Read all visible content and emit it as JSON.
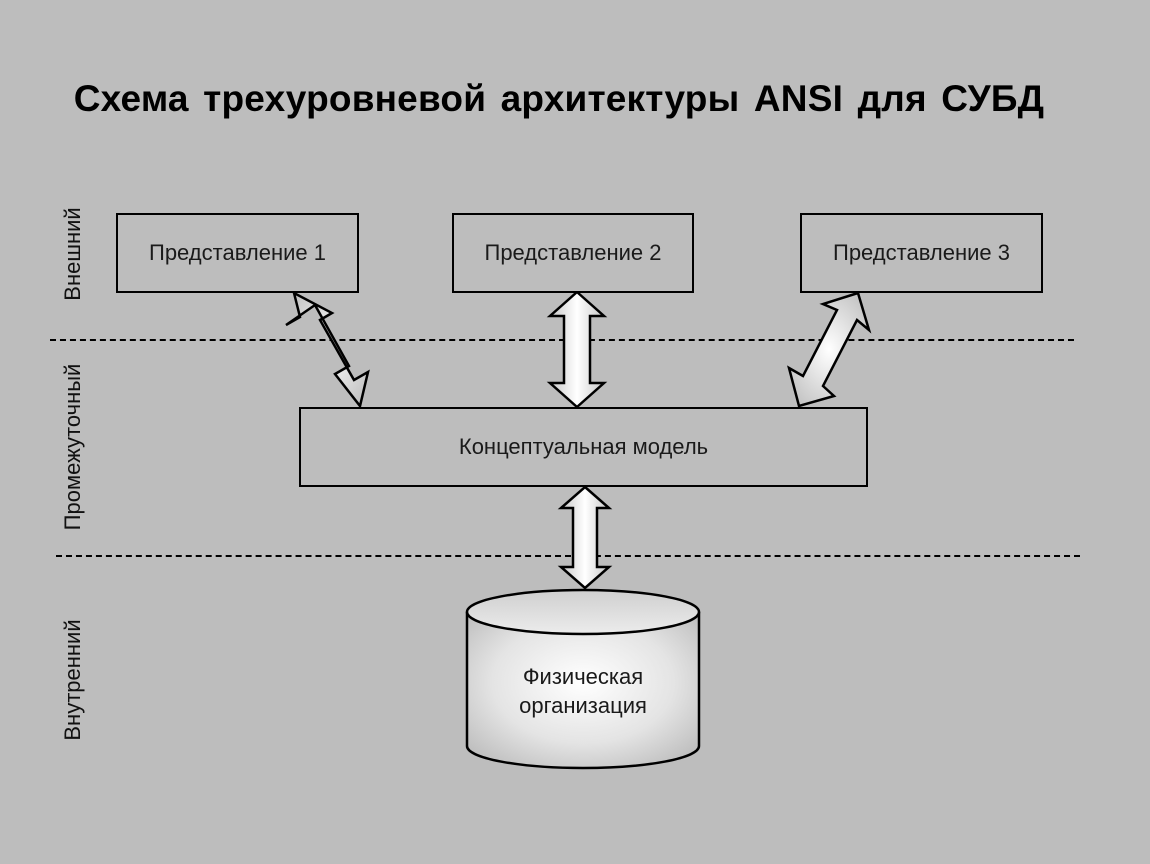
{
  "title": "Схема трехуровневой архитектуры ANSI для СУБД",
  "levels": {
    "external": "Внешний",
    "conceptual": "Промежуточный",
    "internal": "Внутренний"
  },
  "views": [
    {
      "label": "Представление 1"
    },
    {
      "label": "Представление 2"
    },
    {
      "label": "Представление 3"
    }
  ],
  "conceptual_model": {
    "label": "Концептуальная модель"
  },
  "physical": {
    "line1": "Физическая",
    "line2": "организация"
  },
  "connections": [
    {
      "from": "Представление 1",
      "to": "Концептуальная модель",
      "type": "bidirectional"
    },
    {
      "from": "Представление 2",
      "to": "Концептуальная модель",
      "type": "bidirectional"
    },
    {
      "from": "Представление 3",
      "to": "Концептуальная модель",
      "type": "bidirectional"
    },
    {
      "from": "Концептуальная модель",
      "to": "Физическая организация",
      "type": "bidirectional"
    }
  ],
  "colors": {
    "background": "#bdbdbd",
    "stroke": "#000000",
    "text": "#1a1a1a"
  }
}
